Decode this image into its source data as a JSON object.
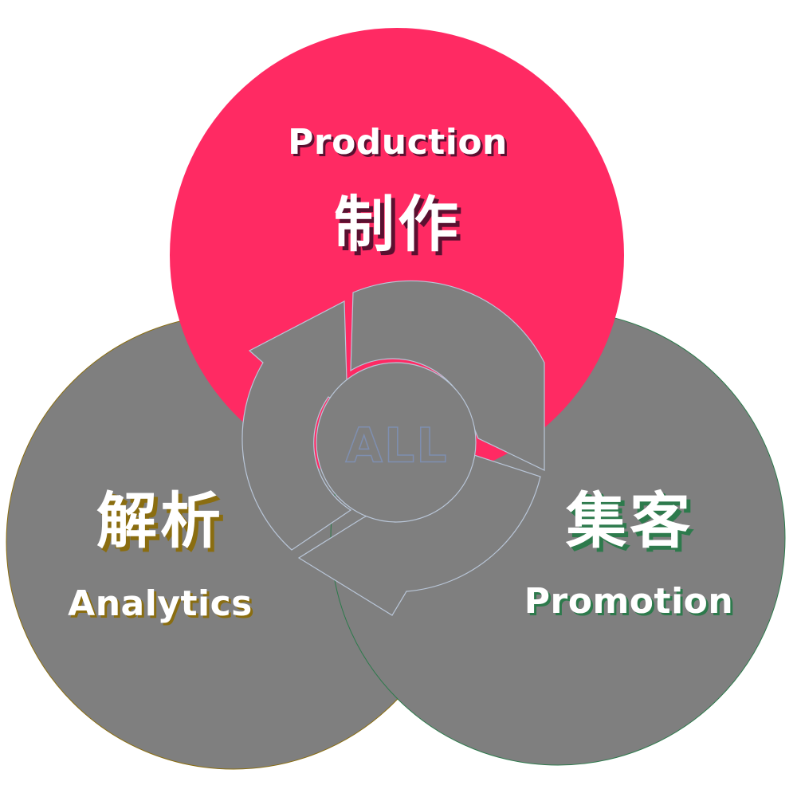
{
  "colors": {
    "background": "#ffffff",
    "production": "#ff2a63",
    "analytics": "#7f7f7f",
    "promotion": "#7f7f7f",
    "cycle": "#7f7f7f",
    "label_text": "#ffffff",
    "production_shadow": "#5a1030",
    "analytics_shadow": "#8a6d10",
    "promotion_shadow": "#2d7a4c",
    "center_outline": "#7f8fb0"
  },
  "production": {
    "en": "Production",
    "jp": "制作"
  },
  "analytics": {
    "en": "Analytics",
    "jp": "解析"
  },
  "promotion": {
    "en": "Promotion",
    "jp": "集客"
  },
  "center": {
    "label": "ALL"
  }
}
